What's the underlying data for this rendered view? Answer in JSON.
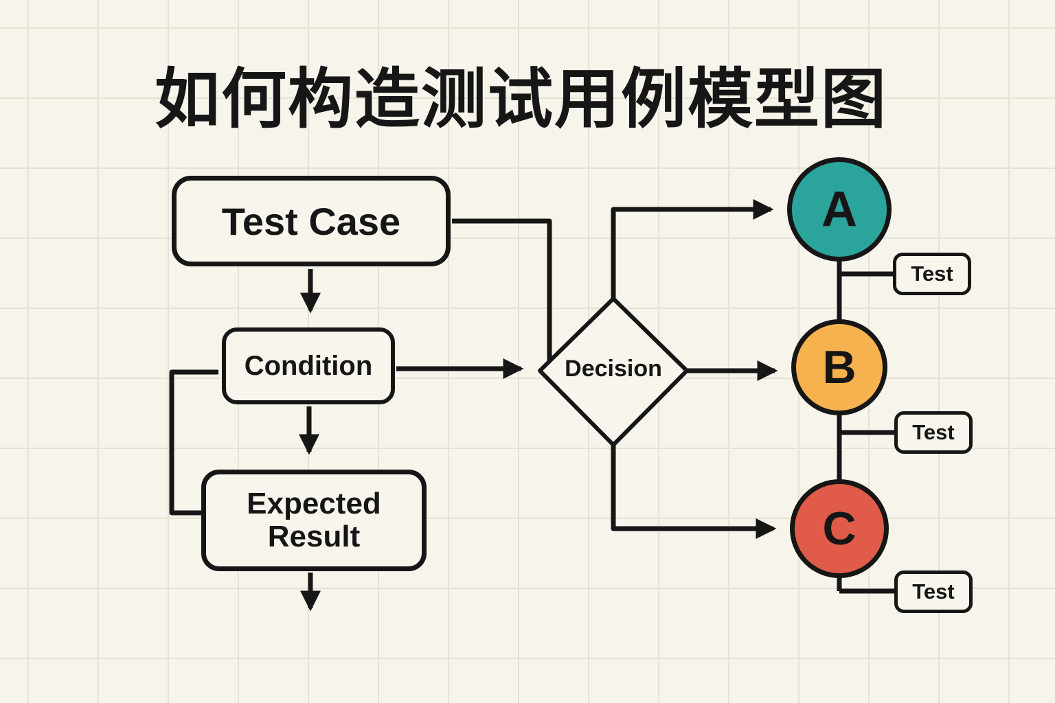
{
  "title": "如何构造测试用例模型图",
  "flow": {
    "test_case": {
      "label": "Test Case"
    },
    "condition": {
      "label": "Condition"
    },
    "expected_result": {
      "label": "Expected Result"
    },
    "decision": {
      "label": "Decision"
    },
    "outcomes": [
      {
        "label": "A",
        "color": "#2ba49c",
        "test_label": "Test"
      },
      {
        "label": "B",
        "color": "#f6b24f",
        "test_label": "Test"
      },
      {
        "label": "C",
        "color": "#e05b49",
        "test_label": "Test"
      }
    ]
  },
  "colors": {
    "background": "#f7f4eb",
    "grid_line": "#e6e2d4",
    "stroke": "#161616",
    "node_fill": "#f8f5ec"
  }
}
